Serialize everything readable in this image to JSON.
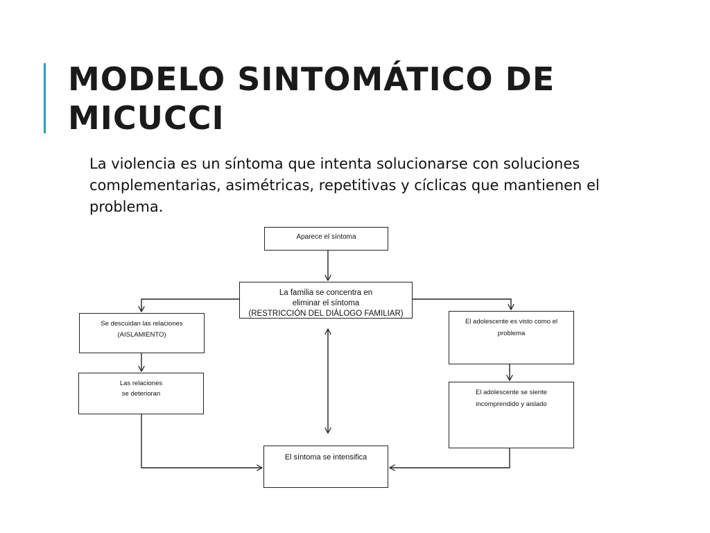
{
  "slide": {
    "title_lines": [
      "MODELO SINTOMÁTICO DE",
      "MICUCCI"
    ],
    "body": "La violencia es un síntoma que intenta solucionarse con soluciones complementarias, asimétricas, repetitivas y cíclicas que mantienen el problema.",
    "accent_color": "#2f98b3"
  },
  "diagram": {
    "nodes": {
      "aparece": {
        "lines": [
          "Aparece el síntoma"
        ]
      },
      "familia": {
        "lines": [
          "La familia se concentra en",
          "eliminar el síntoma",
          "(RESTRICCIÓN DEL DIÁLOGO FAMILIAR)"
        ]
      },
      "descuidan": {
        "lines": [
          "Se descuidan las relaciones",
          "(AISLAMIENTO)"
        ]
      },
      "deterioran": {
        "lines": [
          "Las relaciones",
          "se deterioran"
        ]
      },
      "visto": {
        "lines": [
          "El adolescente es visto como el",
          "problema"
        ]
      },
      "siente": {
        "lines": [
          "El adolescente se siente",
          "incomprendido y aislado"
        ]
      },
      "intensifica": {
        "lines": [
          "El síntoma se intensifica"
        ]
      }
    },
    "edges": [
      {
        "from": "aparece",
        "to": "familia"
      },
      {
        "from": "familia",
        "to": "descuidan"
      },
      {
        "from": "familia",
        "to": "visto"
      },
      {
        "from": "descuidan",
        "to": "deterioran"
      },
      {
        "from": "visto",
        "to": "siente"
      },
      {
        "from": "deterioran",
        "to": "intensifica"
      },
      {
        "from": "siente",
        "to": "intensifica"
      },
      {
        "from": "familia",
        "to": "intensifica",
        "bidirectional": true
      }
    ]
  }
}
